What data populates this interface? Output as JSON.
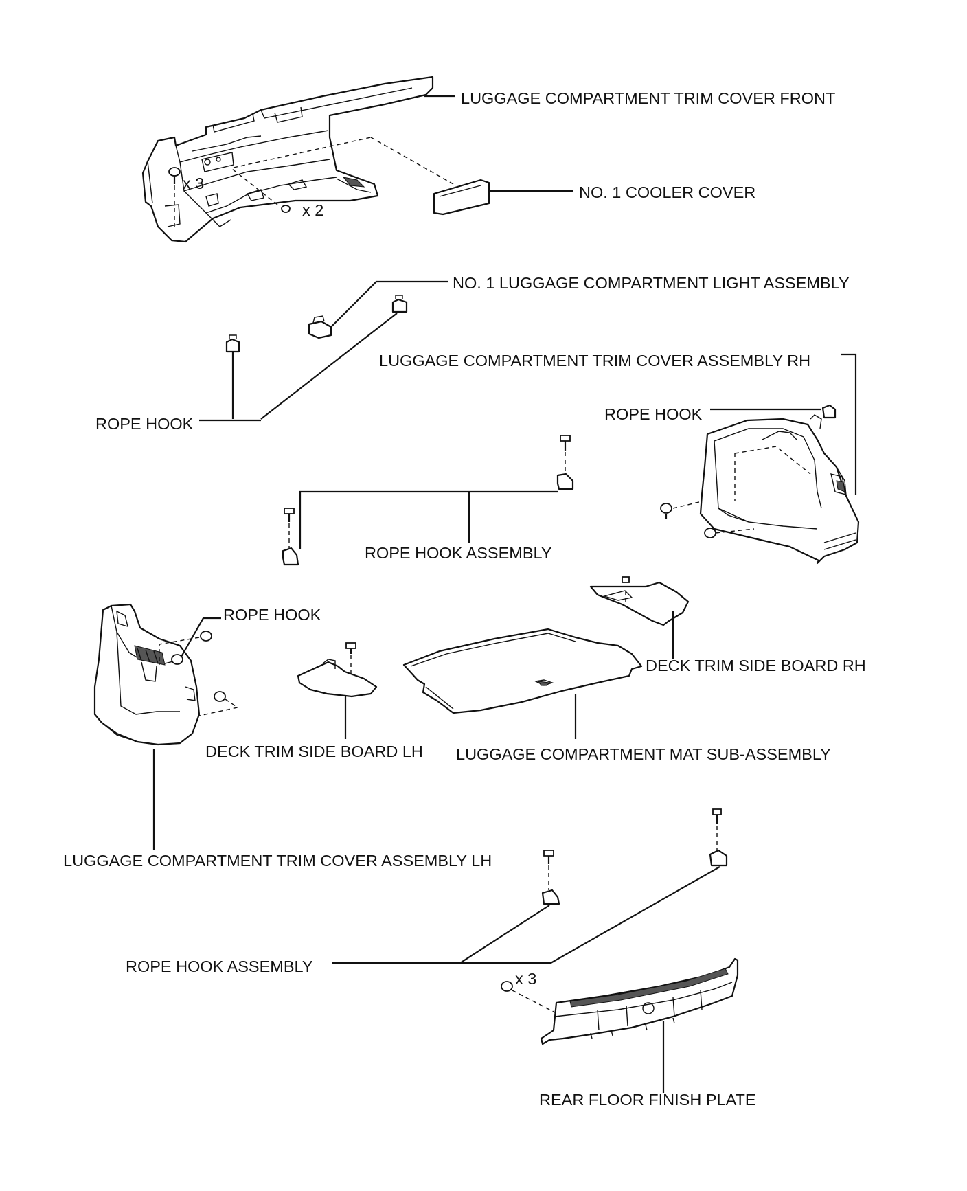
{
  "labels": {
    "trim_cover_front": "LUGGAGE COMPARTMENT TRIM COVER FRONT",
    "cooler_cover": "NO. 1 COOLER COVER",
    "light_assembly": "NO. 1 LUGGAGE COMPARTMENT LIGHT ASSEMBLY",
    "trim_cover_rh": "LUGGAGE COMPARTMENT TRIM COVER ASSEMBLY RH",
    "rope_hook_left": "ROPE HOOK",
    "rope_hook_rh": "ROPE HOOK",
    "rope_hook_assembly_upper": "ROPE HOOK ASSEMBLY",
    "rope_hook_lh": "ROPE HOOK",
    "deck_board_rh": "DECK TRIM SIDE BOARD RH",
    "deck_board_lh": "DECK TRIM SIDE BOARD LH",
    "mat_sub_assembly": "LUGGAGE COMPARTMENT MAT SUB-ASSEMBLY",
    "trim_cover_lh": "LUGGAGE COMPARTMENT TRIM COVER ASSEMBLY LH",
    "rope_hook_assembly_lower": "ROPE HOOK ASSEMBLY",
    "rear_floor_plate": "REAR FLOOR FINISH PLATE"
  },
  "quantities": {
    "front_clips": "x 3",
    "front_clips_2": "x 2",
    "rear_plate_clips": "x 3"
  }
}
